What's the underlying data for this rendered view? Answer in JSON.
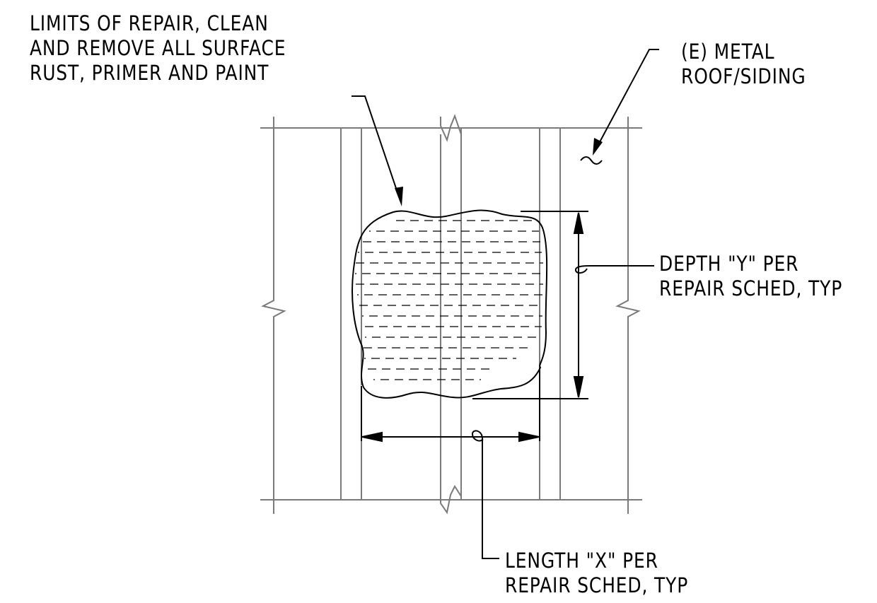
{
  "notes": {
    "limits_of_repair": [
      "LIMITS OF REPAIR, CLEAN",
      "AND REMOVE ALL SURFACE",
      "RUST, PRIMER AND PAINT"
    ],
    "existing_metal": [
      "(E) METAL",
      "ROOF/SIDING"
    ],
    "depth": [
      "DEPTH \"Y\" PER",
      "REPAIR SCHED, TYP"
    ],
    "length": [
      "LENGTH \"X\" PER",
      "REPAIR SCHED, TYP"
    ]
  },
  "colors": {
    "ink": "#000000",
    "panel_lines": "#7a7a7a",
    "background": "#ffffff"
  }
}
